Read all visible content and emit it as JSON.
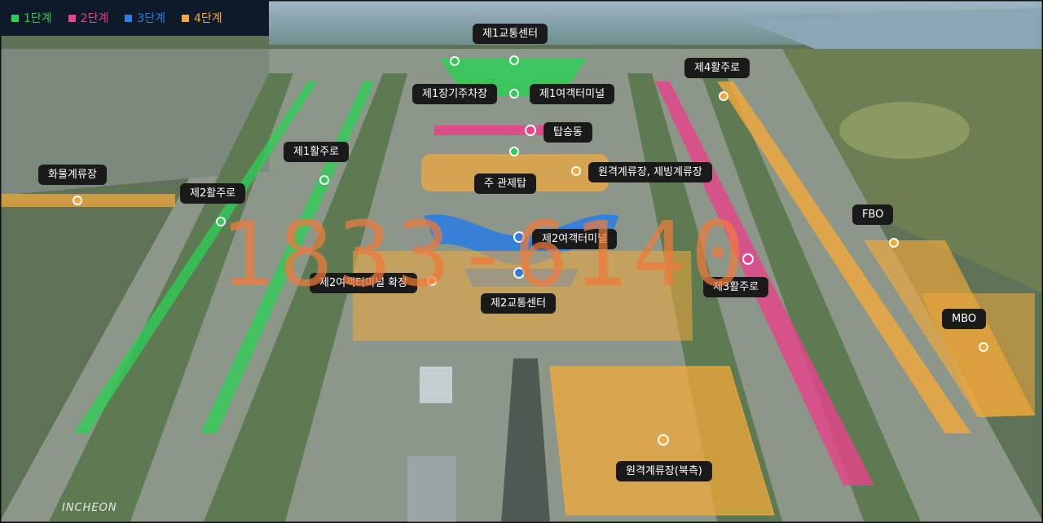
{
  "legend": [
    {
      "label": "1단계",
      "color": "#2ecc55"
    },
    {
      "label": "2단계",
      "color": "#e8428a"
    },
    {
      "label": "3단계",
      "color": "#2e7de0"
    },
    {
      "label": "4단계",
      "color": "#f2a93a"
    }
  ],
  "labels": {
    "transport_center_1": "제1교통센터",
    "long_term_parking_1": "제1장기주차장",
    "passenger_terminal_1": "제1여객터미널",
    "concourse": "탑승동",
    "main_control_tower": "주 관제탑",
    "remote_apron_deicing": "원격계류장, 제빙계류장",
    "cargo_apron": "화물계류장",
    "runway_1": "제1활주로",
    "runway_2": "제2활주로",
    "runway_3": "제3활주로",
    "runway_4": "제4활주로",
    "passenger_terminal_2": "제2여객터미널",
    "terminal_2_expansion": "제2여객터미널 확장",
    "transport_center_2": "제2교통센터",
    "fbo": "FBO",
    "mbo": "MBO",
    "remote_apron_north": "원격계류장(북측)"
  },
  "watermark": "1833-6140",
  "brand": "INCHEON"
}
